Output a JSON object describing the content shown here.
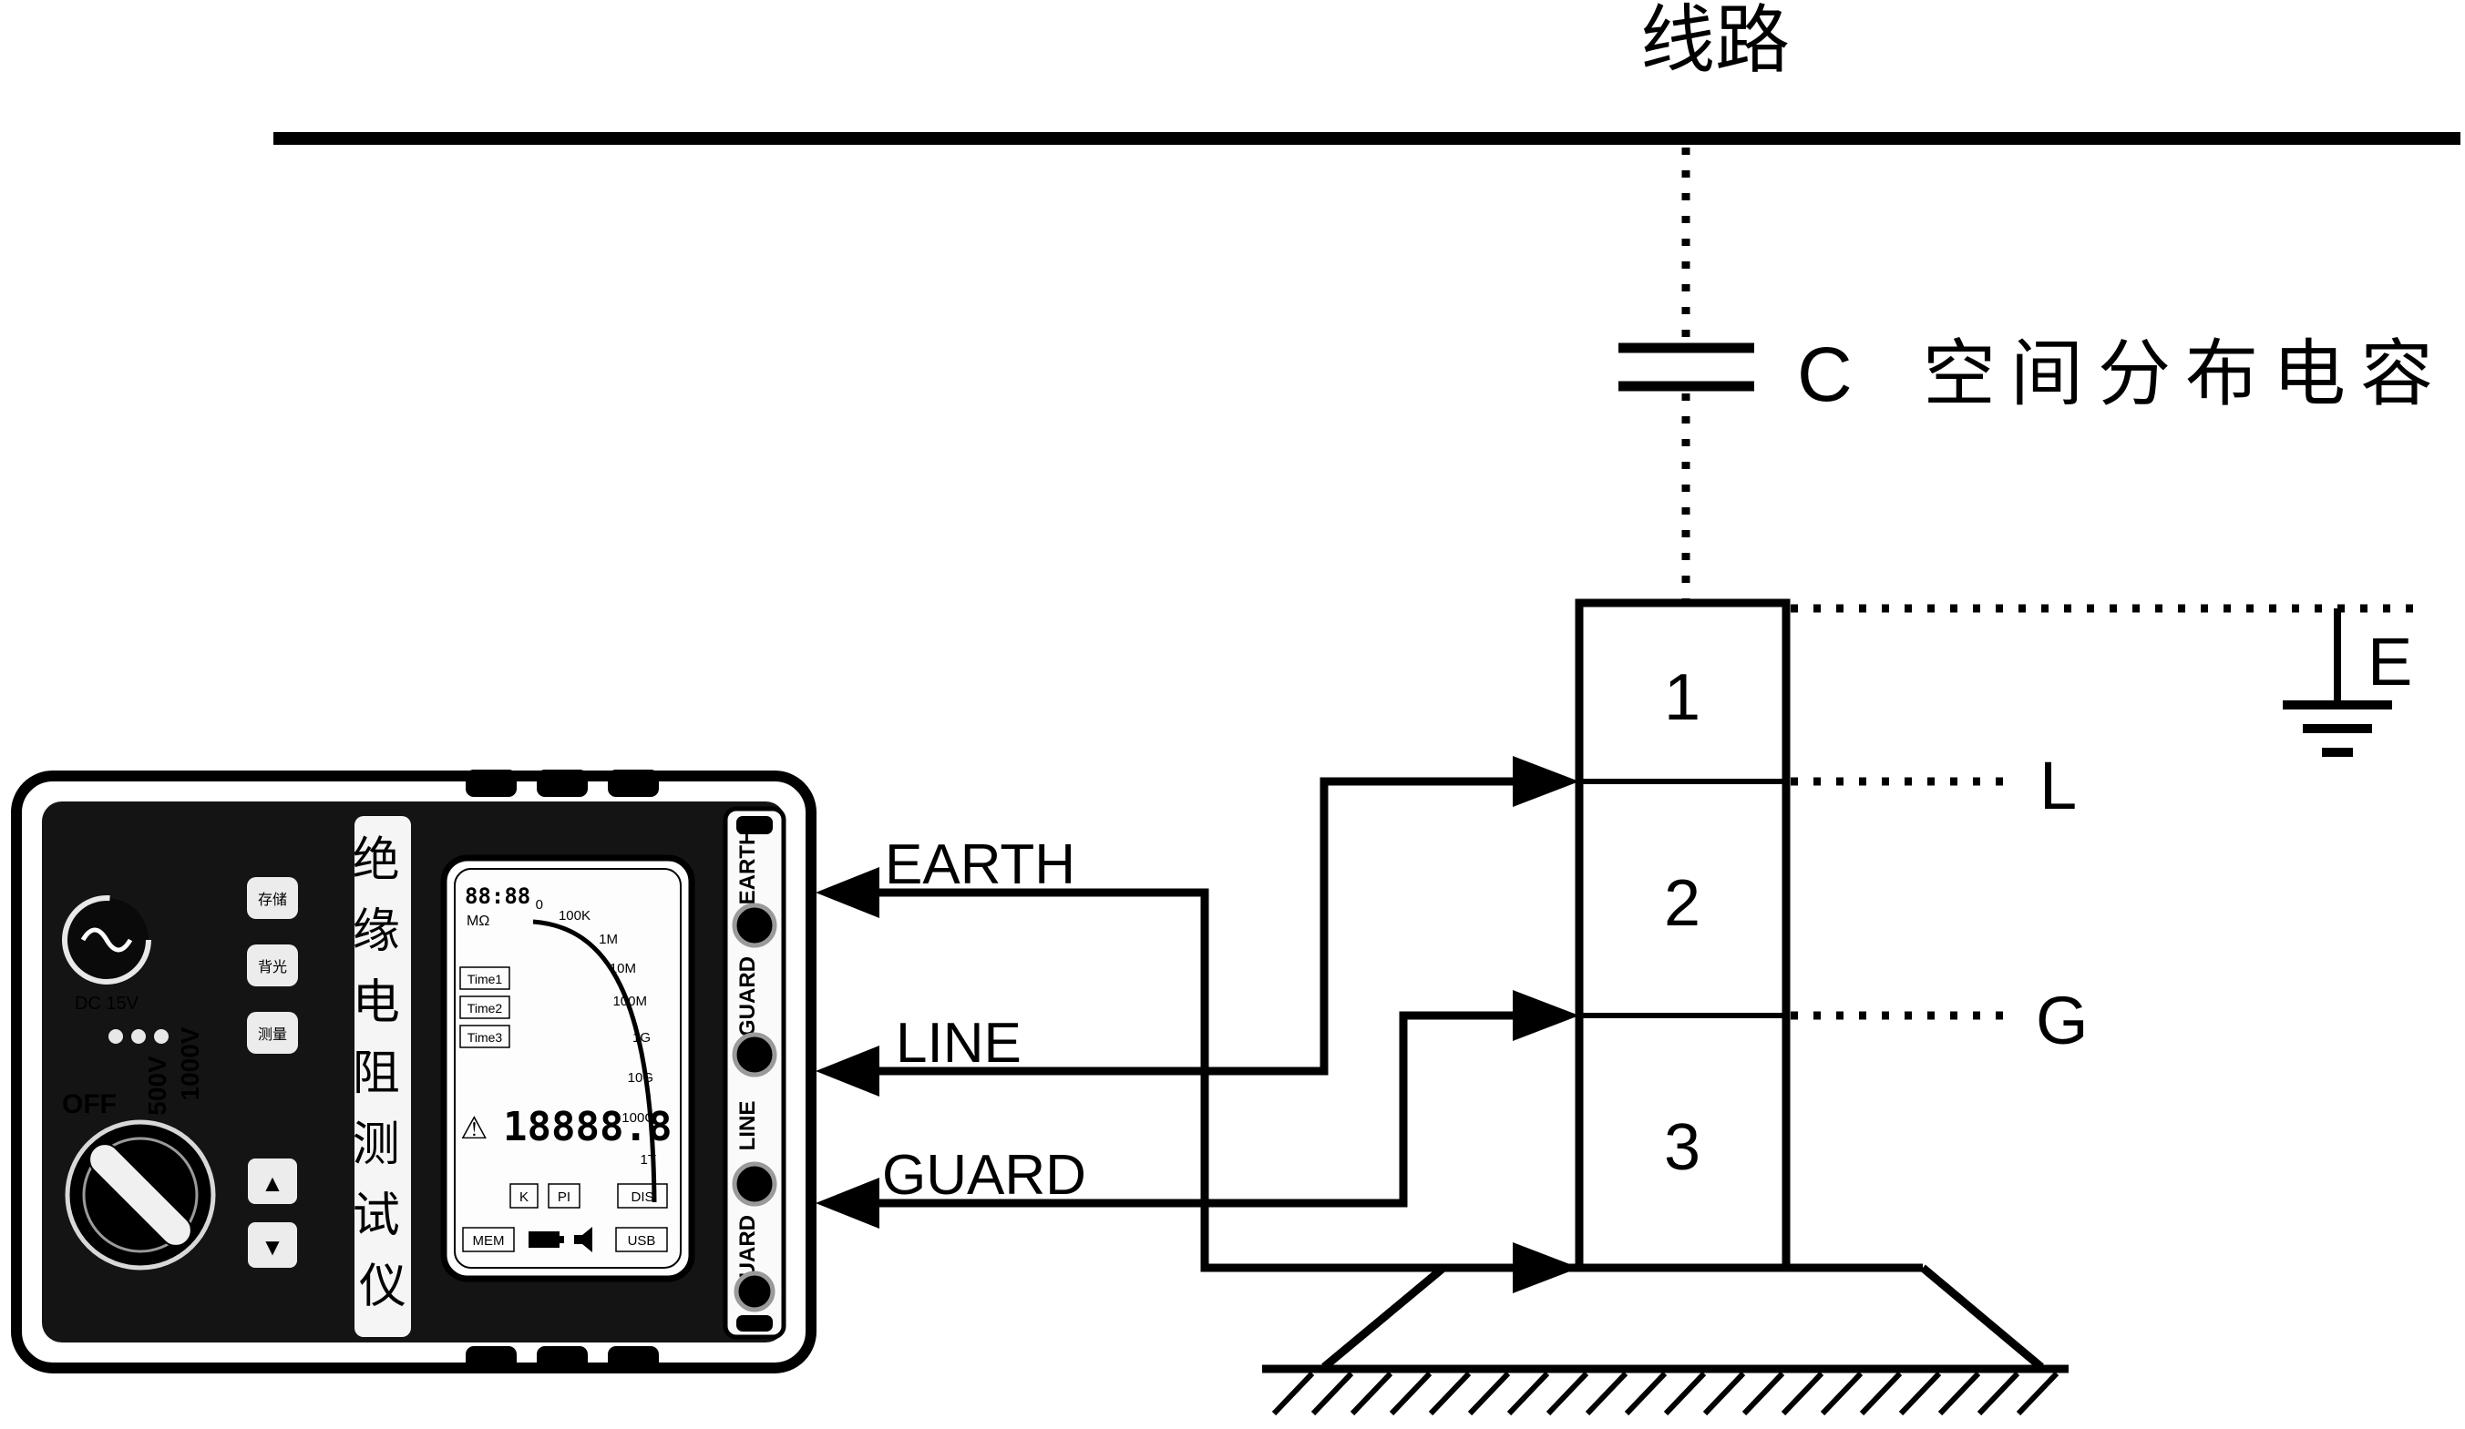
{
  "colors": {
    "ink": "#000000",
    "panel": "#141414",
    "paper": "#ffffff"
  },
  "schematic": {
    "overhead_line_label": "线路",
    "capacitor_symbol": "C",
    "capacitor_label": "空间分布电容",
    "earth_node": "E",
    "line_node": "L",
    "guard_node": "G",
    "insulator_sections": [
      "1",
      "2",
      "3"
    ],
    "wires": {
      "earth": "EARTH",
      "line": "LINE",
      "guard": "GUARD"
    }
  },
  "device": {
    "name_chars": [
      "绝",
      "缘",
      "电",
      "阻",
      "测",
      "试",
      "仪"
    ],
    "terminals": [
      "EARTH",
      "GUARD",
      "LINE",
      "GUARD"
    ],
    "dial_positions": [
      "OFF",
      "500V",
      "1000V"
    ],
    "power_label": "DC 15V",
    "buttons": [
      "存储",
      "背光",
      "测量"
    ],
    "arrow_up": "▲",
    "arrow_down": "▼",
    "lcd": {
      "clock": "88:88",
      "unit": "MΩ",
      "warning": "⚠",
      "digits": "18888.8",
      "scale": [
        "0",
        "100K",
        "1M",
        "10M",
        "100M",
        "1G",
        "10G",
        "100G",
        "1T"
      ],
      "timers": [
        "Time1",
        "Time2",
        "Time3"
      ],
      "flags": [
        "DIS",
        "K",
        "PI",
        "MEM",
        "USB"
      ]
    }
  }
}
